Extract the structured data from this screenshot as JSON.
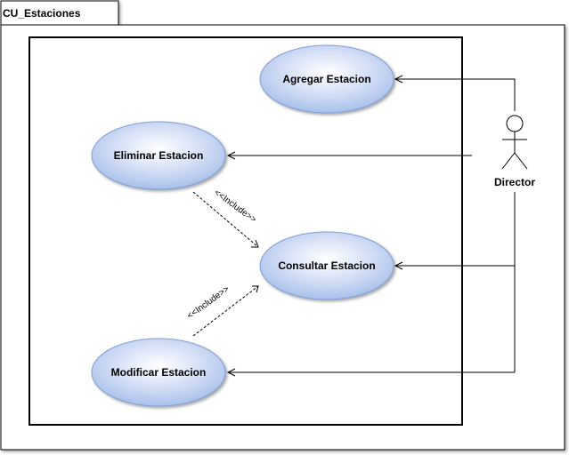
{
  "package": {
    "name": "CU_Estaciones"
  },
  "actor": {
    "name": "Director"
  },
  "use_cases": {
    "agregar": "Agregar Estacion",
    "eliminar": "Eliminar Estacion",
    "consultar": "Consultar Estacion",
    "modificar": "Modificar Estacion"
  },
  "relations": {
    "include_1": "<<Include>>",
    "include_2": "<<Include>>"
  },
  "colors": {
    "usecase_fill_light": "#e8eefb",
    "usecase_fill_dark": "#a9c0ea",
    "usecase_stroke": "#7f9fd6",
    "line": "#000000"
  }
}
